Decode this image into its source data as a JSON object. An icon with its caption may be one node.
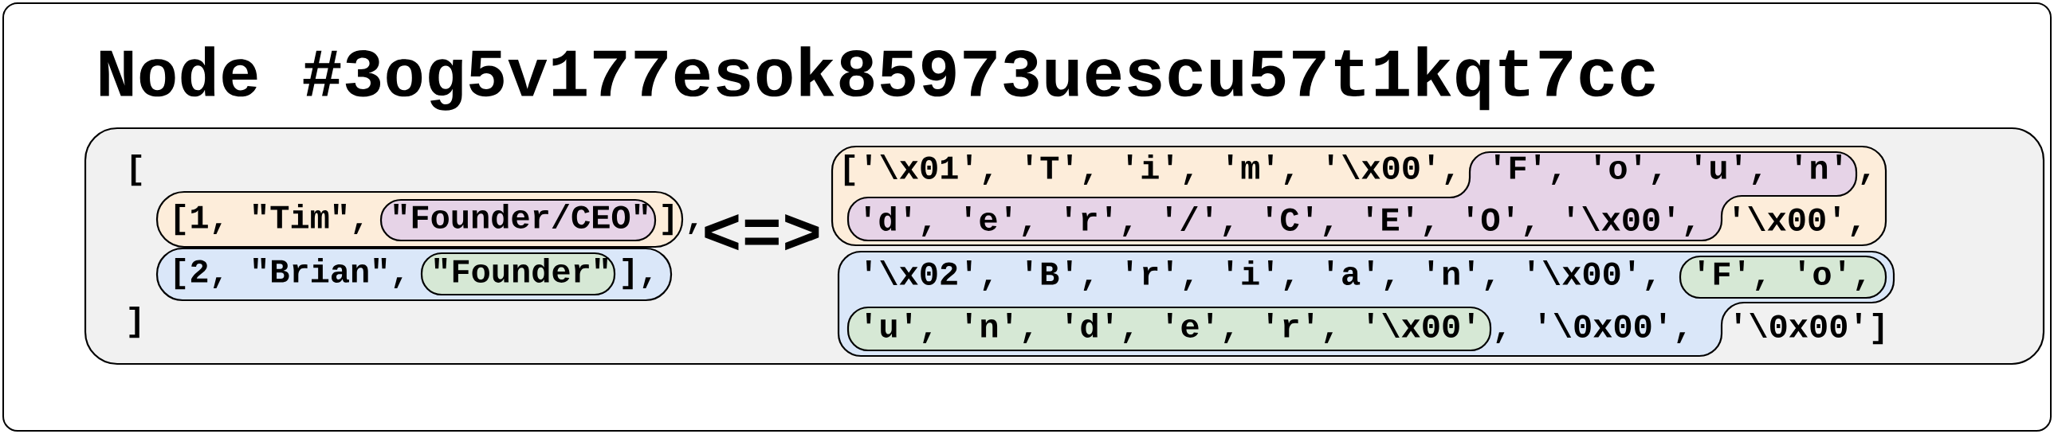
{
  "diagram": {
    "title": "Node #3og5v177esok85973uescu57t1kqt7cc",
    "nodes": [
      {
        "text": [
          "[",
          "]"
        ]
      },
      {
        "text": [
          "[1, \"Tim\",",
          "]"
        ],
        "in": 0
      },
      {
        "text": [
          "\"Founder/CEO\""
        ],
        "in": 1
      },
      {
        "text": [
          "[2, \"Brian\",",
          "],"
        ],
        "in": 0
      },
      {
        "text": [
          "\"Founder\""
        ],
        "in": 3
      },
      {
        "text": [
          "['\\x01', 'T', 'i', 'm', '\\x00',",
          ",",
          "'\\x00',"
        ],
        "in": 0
      },
      {
        "text": [
          "'F', 'o', 'u', 'n'",
          "'d', 'e', 'r', '/', 'C', 'E', 'O', '\\x00',"
        ],
        "in": 5
      },
      {
        "text": [
          "'\\x02', 'B', 'r', 'i', 'a', 'n', '\\x00',",
          ", '\\0x00',"
        ],
        "in": 0
      },
      {
        "text": [
          "'F', 'o',"
        ],
        "in": 7
      },
      {
        "text": [
          "'u', 'n', 'd', 'e', 'r', '\\x00'"
        ],
        "in": 7
      }
    ],
    "labels": [
      ",",
      "<=>",
      "'\\0x00']"
    ]
  }
}
